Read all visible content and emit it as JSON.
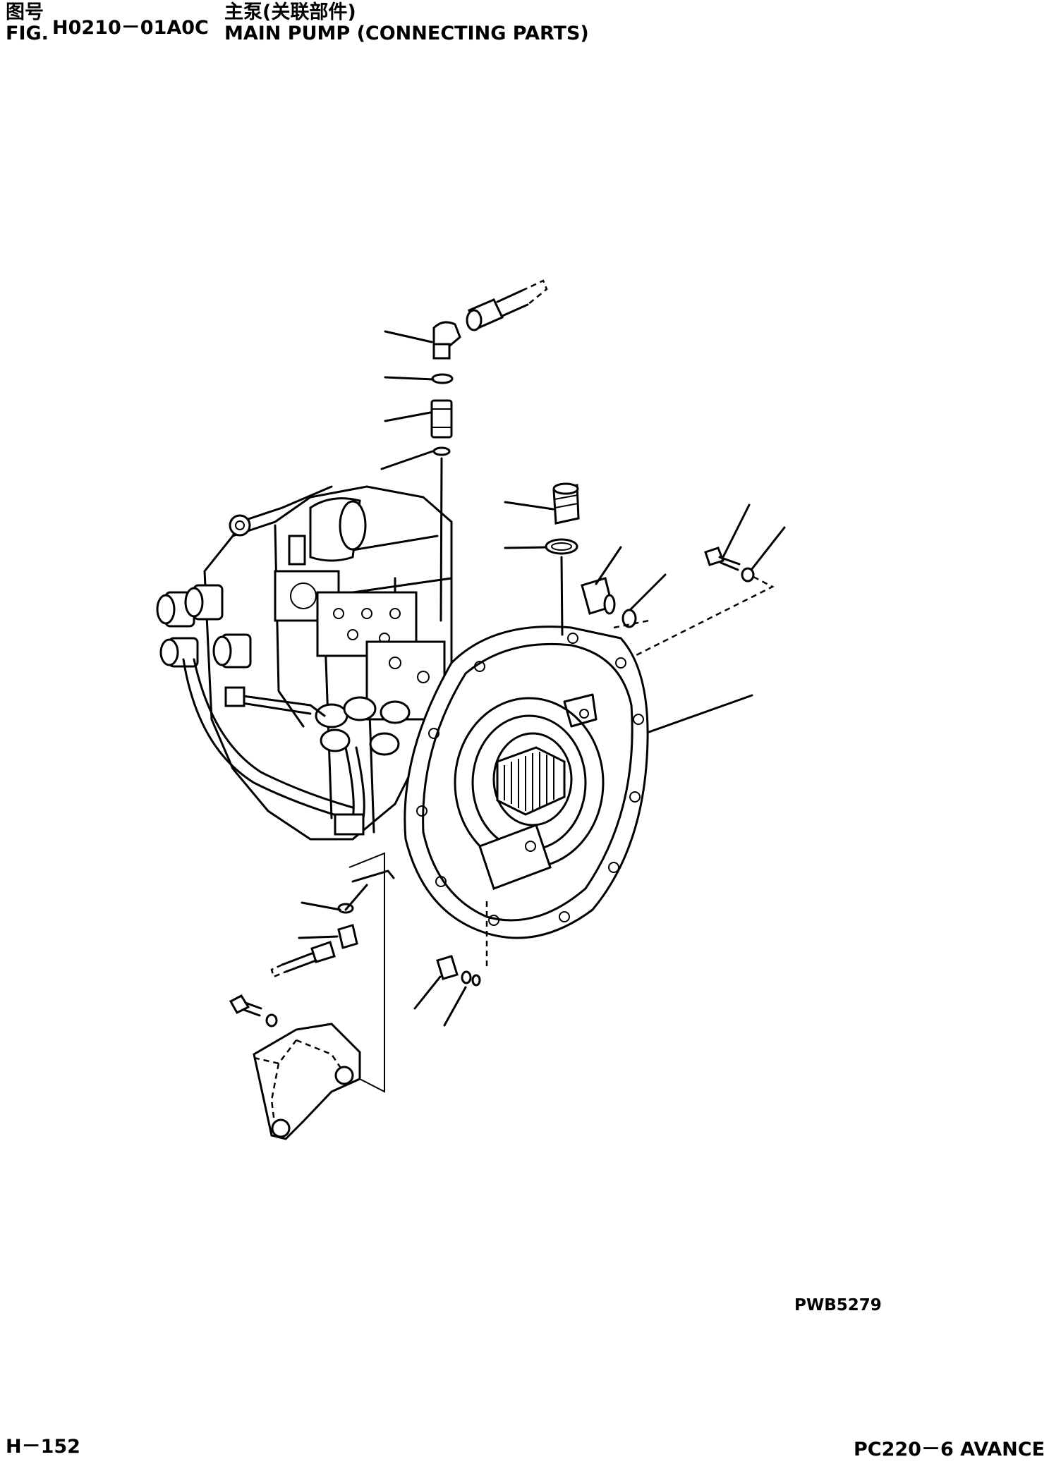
{
  "header": {
    "fig_label_zh": "图号",
    "fig_label_en": "FIG.",
    "fig_number": "H0210－01A0C",
    "title_zh": "主泵(关联部件)",
    "title_en": "MAIN PUMP (CONNECTING PARTS)"
  },
  "drawing_code": "PWB5279",
  "footer": {
    "page_number": "H－152",
    "model": "PC220－6 AVANCE"
  }
}
